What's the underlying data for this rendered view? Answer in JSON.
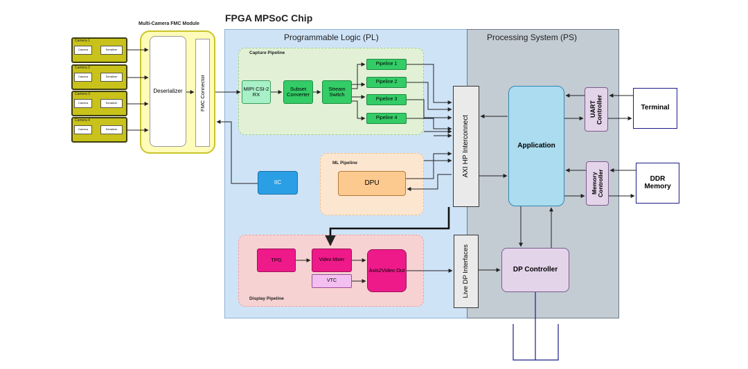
{
  "title": "FPGA MPSoC Chip",
  "fmc_module": {
    "title": "Multi-Camera FMC Module",
    "deserializer": "Deserializer",
    "connector": "FMC Connector",
    "cameras": [
      {
        "name": "Camera 1",
        "sensor": "Camera",
        "serializer": "Serializer"
      },
      {
        "name": "Camera 2",
        "sensor": "Camera",
        "serializer": "Serializer"
      },
      {
        "name": "Camera 3",
        "sensor": "Camera",
        "serializer": "Serializer"
      },
      {
        "name": "Camera 4",
        "sensor": "Camera",
        "serializer": "Serializer"
      }
    ]
  },
  "pl": {
    "title": "Programmable Logic (PL)",
    "capture": {
      "title": "Capture Pipeline",
      "mipi": "MIPI CSI-2 RX",
      "subset": "Subset Converter",
      "stream": "Stream Switch",
      "pipelines": [
        "Pipeline 1",
        "Pipeline 2",
        "Pipeline 3",
        "Pipeline 4"
      ]
    },
    "ml": {
      "title": "ML Pipeline",
      "dpu": "DPU"
    },
    "iic": "IIC",
    "display": {
      "title": "Display Pipeline",
      "tpg": "TPG",
      "mixer": "Video Mixer",
      "vtc": "VTC",
      "axis2video": "Axis2Video Out"
    },
    "axi": "AXI HP Interconnect",
    "live_dp": "Live DP Interfaces"
  },
  "ps": {
    "title": "Processing System (PS)",
    "application": "Application",
    "uart": "UART Controller",
    "memory_ctrl": "Memory Controller",
    "dp_ctrl": "DP Controller"
  },
  "external": {
    "terminal": "Terminal",
    "ddr": "DDR Memory"
  },
  "colors": {
    "pl_bg": "#cfe3f7",
    "ps_bg": "#c3cbd3",
    "fmc_bg": "#fffbb8",
    "camera_bg": "#c8c21a",
    "capture_bg": "#e2f1d6",
    "green_block": "#33cc66",
    "mipi_block": "#a8f0c8",
    "ml_bg": "#fde6cf",
    "dpu_bg": "#fcc98f",
    "iic_bg": "#2a9fe6",
    "display_bg": "#f7d2d2",
    "magenta": "#ee1a8a",
    "vtc_bg": "#f2bff0",
    "app_bg": "#abdcef",
    "ctrl_bg": "#e4d4ea"
  }
}
